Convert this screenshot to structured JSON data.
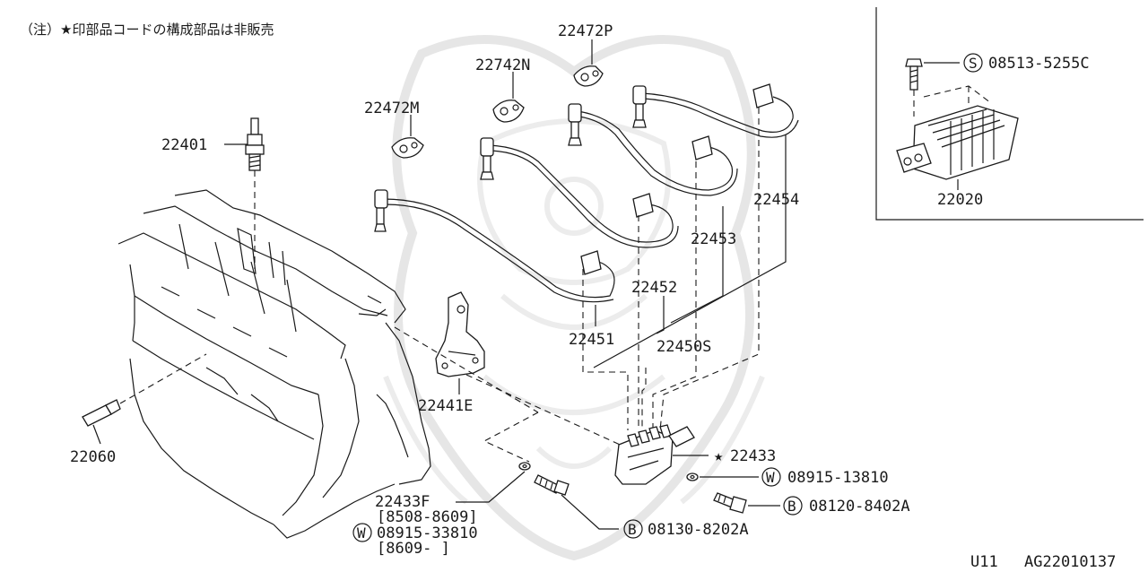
{
  "note": "（注）★印部品コードの構成部品は非販売",
  "parts": {
    "p22472P": "22472P",
    "p22742N": "22742N",
    "p22472M": "22472M",
    "p22401": "22401",
    "p22454": "22454",
    "p22453": "22453",
    "p22452": "22452",
    "p22451": "22451",
    "p22450S": "22450S",
    "p22441E": "22441E",
    "p22060": "22060",
    "p22433": "22433",
    "p22433_star": "★",
    "p22433F": "22433F",
    "p22433F_range": "[8508-8609]",
    "p08915_33810": "08915-33810",
    "p08915_33810_range": "[8609-    ]",
    "p08130_8202A": "08130-8202A",
    "p08915_13810": "08915-13810",
    "p08120_8402A": "08120-8402A",
    "p08513_5255C": "08513-5255C",
    "p22020": "22020"
  },
  "prefix": {
    "W": "W",
    "B": "B",
    "S": "S"
  },
  "footer": {
    "left": "U11",
    "right": "AG22010137"
  },
  "colors": {
    "ink": "#1a1a1a",
    "watermark": "#e6e6e6",
    "background": "#ffffff"
  }
}
